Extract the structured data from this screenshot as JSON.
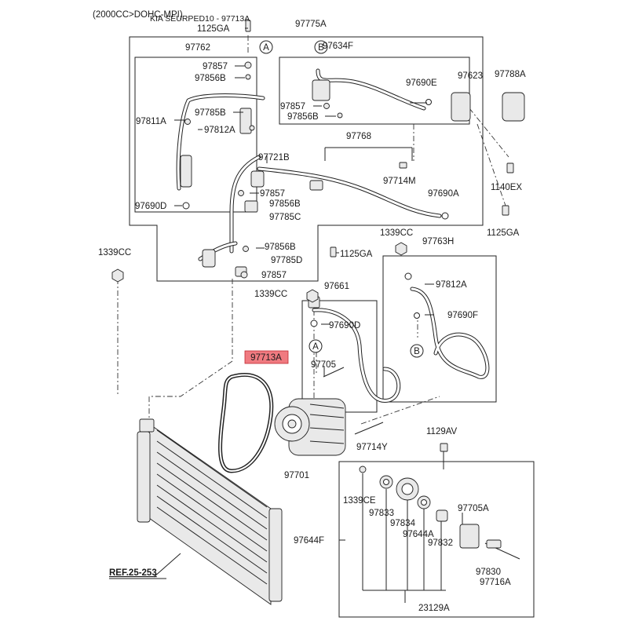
{
  "header": {
    "engine_note": "(2000CC>DOHC-MPI)",
    "title_part": "KIA SEURPED10 - 97713A"
  },
  "highlight_label": "97713A",
  "labels": {
    "l_1125GA_top": "1125GA",
    "l_97775A": "97775A",
    "l_97762": "97762",
    "l_97634F": "97634F",
    "l_97857_a": "97857",
    "l_97856B_a": "97856B",
    "l_97785B": "97785B",
    "l_97811A": "97811A",
    "l_97812A_a": "97812A",
    "l_97690D_a": "97690D",
    "l_97690E": "97690E",
    "l_97623": "97623",
    "l_97788A": "97788A",
    "l_97857_b": "97857",
    "l_97856B_b": "97856B",
    "l_97768": "97768",
    "l_97721B": "97721B",
    "l_97857_c": "97857",
    "l_97856B_c": "97856B",
    "l_97785C": "97785C",
    "l_97714M": "97714M",
    "l_97690A": "97690A",
    "l_1140EX": "1140EX",
    "l_1125GA_r": "1125GA",
    "l_1339CC_l": "1339CC",
    "l_97856B_d": "97856B",
    "l_97785D": "97785D",
    "l_1125GA_m": "1125GA",
    "l_97857_d": "97857",
    "l_1339CC_m": "1339CC",
    "l_97763H": "97763H",
    "l_97812A_b": "97812A",
    "l_1339CC_c": "1339CC",
    "l_97661": "97661",
    "l_97690D_b": "97690D",
    "l_97690F": "97690F",
    "l_97705_a": "97705",
    "l_97714Y": "97714Y",
    "l_1129AV": "1129AV",
    "l_97701": "97701",
    "l_1339CE": "1339CE",
    "l_97833": "97833",
    "l_97834": "97834",
    "l_97644A": "97644A",
    "l_97832": "97832",
    "l_97705A": "97705A",
    "l_97644F": "97644F",
    "l_97830": "97830",
    "l_97716A": "97716A",
    "l_23129A": "23129A",
    "l_ref": "REF.25-253"
  },
  "callouts": {
    "a_top": "A",
    "b_top": "B",
    "a_low": "A",
    "b_low": "B"
  }
}
